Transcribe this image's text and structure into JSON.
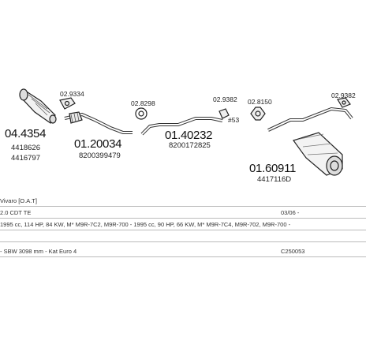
{
  "parts": {
    "p1": {
      "code": "04.4354",
      "refs": [
        "4418626",
        "4416797"
      ],
      "small_code": "02.9334"
    },
    "p2": {
      "code": "01.20034",
      "refs": [
        "8200399479"
      ]
    },
    "p3": {
      "code": "01.40232",
      "refs": [
        "8200172825"
      ],
      "small_code": "02.8298",
      "extra": "#53"
    },
    "p4": {
      "code": "01.60911",
      "refs": [
        "4417116D"
      ],
      "small_codes": [
        "02.9382",
        "02.8150",
        "02.9382"
      ]
    }
  },
  "table": {
    "rows": [
      {
        "col1": "Vivaro  [O.A.T]",
        "col2": ""
      },
      {
        "col1": "2.0 CDT  TE",
        "col2": "03/06 -"
      },
      {
        "col1": "1995 cc, 114 HP, 84 KW, M* M9R-7C2, M9R-700 - 1995 cc, 90 HP, 66 KW, M* M9R-7C4, M9R-702, M9R-700 -",
        "col2": ""
      },
      {
        "col1": "",
        "col2": ""
      },
      {
        "col1": "- SBW 3098 mm - Kat Euro 4",
        "col2": "C250053"
      }
    ]
  }
}
